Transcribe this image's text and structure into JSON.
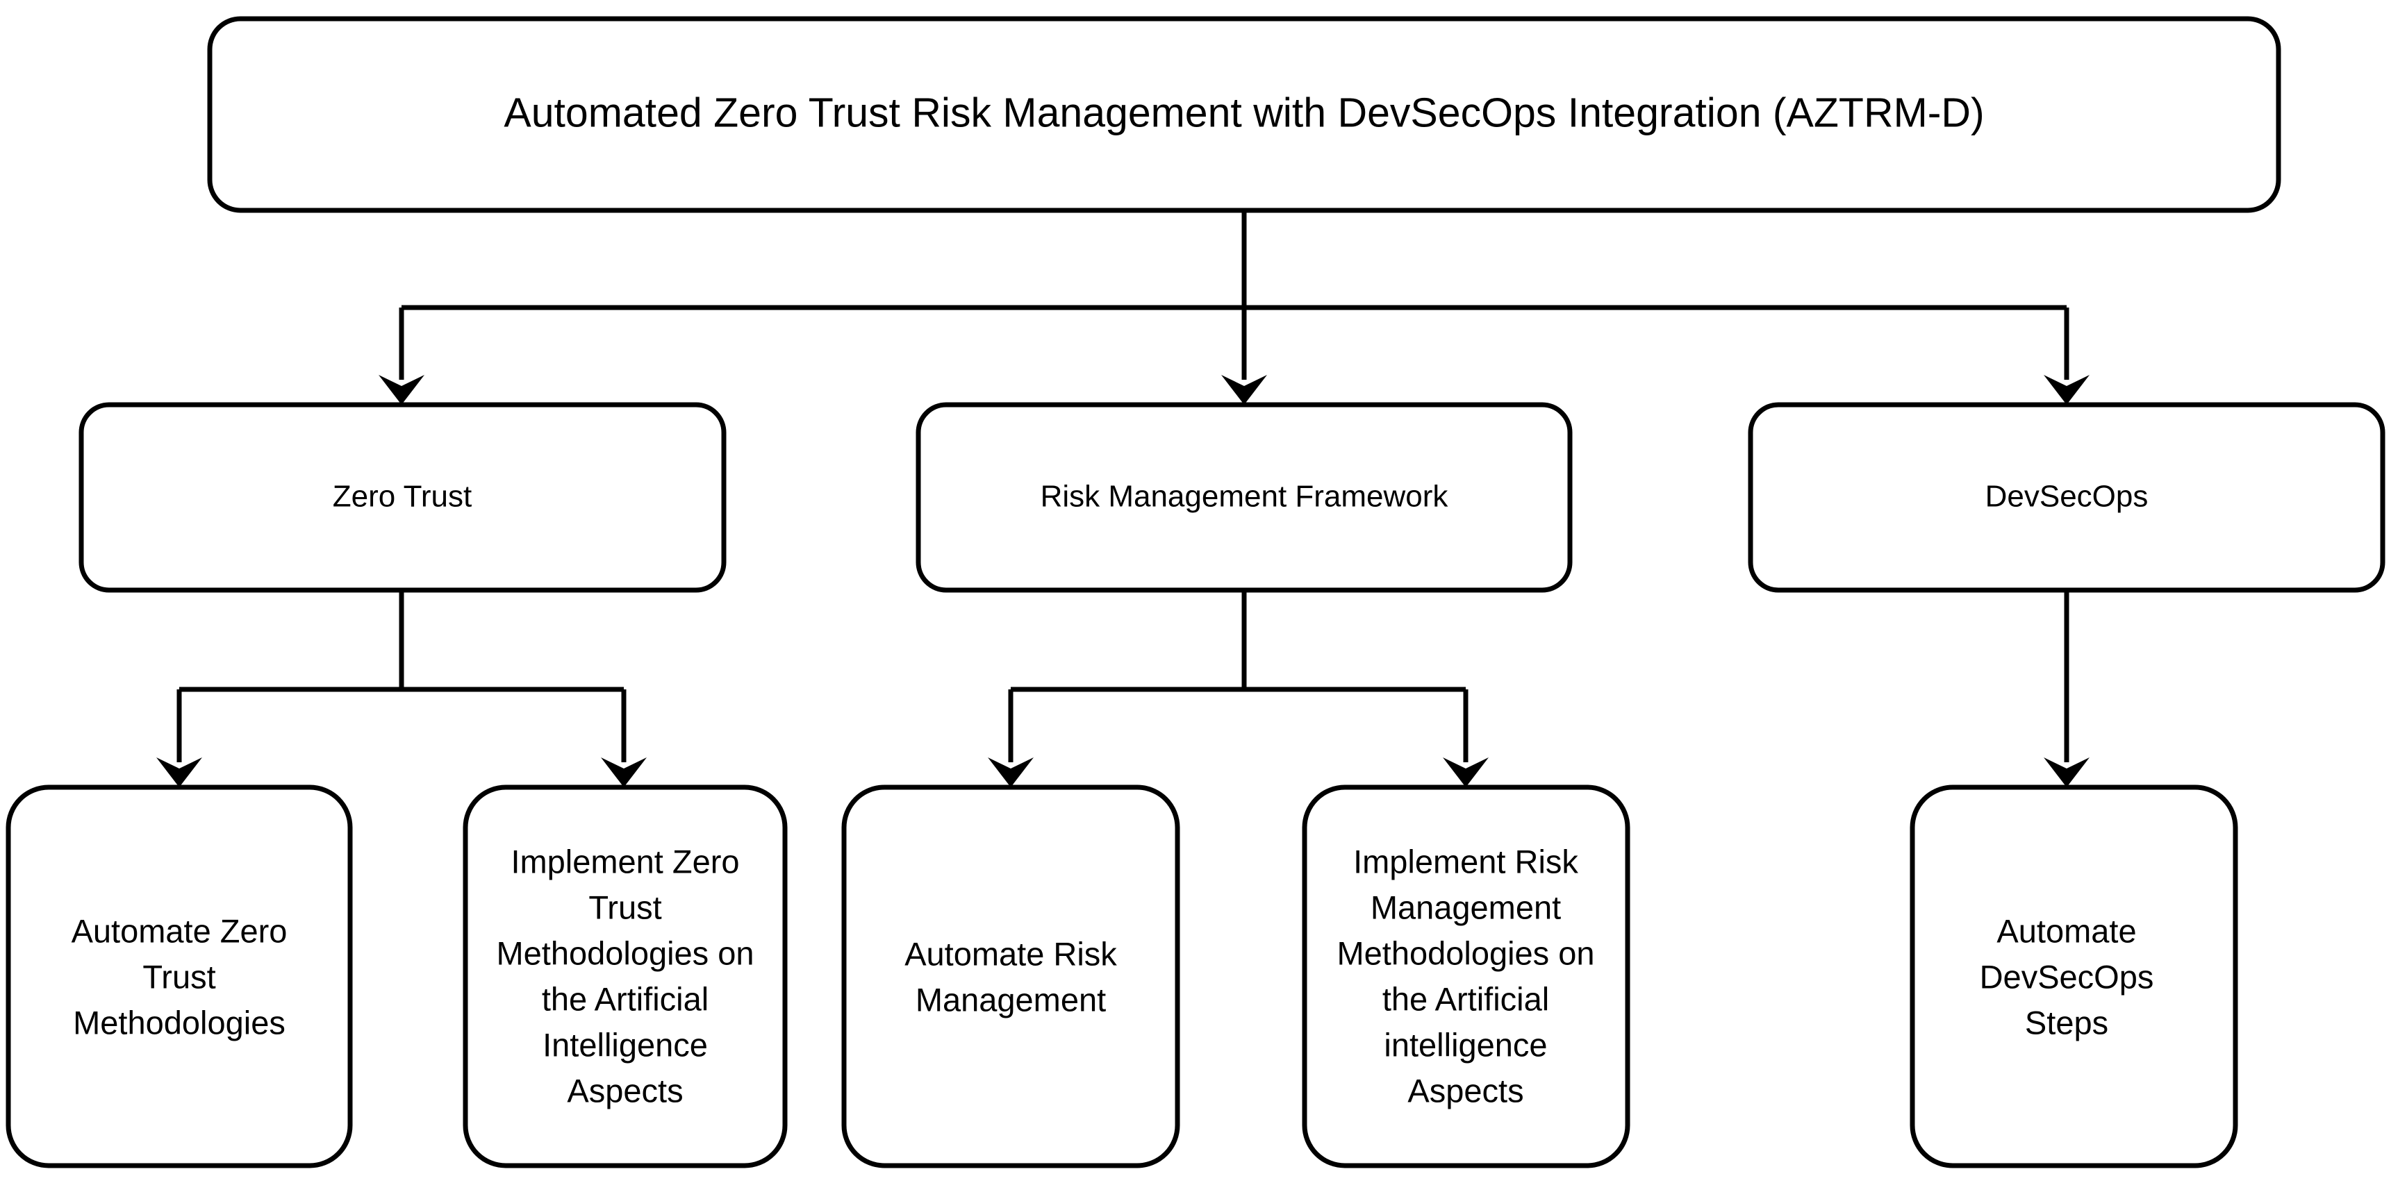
{
  "diagram": {
    "title": "Automated Zero Trust Risk Management with DevSecOps Integration (AZTRM-D)",
    "type": "hierarchy-tree",
    "orientation": "top-down",
    "background_color": "#ffffff",
    "stroke_color": "#000000",
    "text_color": "#000000",
    "node_shape": "rounded-rectangle",
    "root": {
      "id": "aztrm-d",
      "label": "Automated Zero Trust Risk Management with DevSecOps Integration (AZTRM-D)",
      "lines": [
        "Automated Zero Trust Risk Management with DevSecOps Integration (AZTRM-D)"
      ]
    },
    "branches": [
      {
        "id": "zero-trust",
        "label": "Zero Trust",
        "lines": [
          "Zero Trust"
        ],
        "children": [
          {
            "id": "automate-zero-trust-methodologies",
            "label": "Automate Zero Trust Methodologies",
            "lines": [
              "Automate Zero",
              "Trust",
              "Methodologies"
            ]
          },
          {
            "id": "implement-zero-trust-ai",
            "label": "Implement Zero Trust Methodologies on the Artificial Intelligence Aspects",
            "lines": [
              "Implement Zero",
              "Trust",
              "Methodologies on",
              "the Artificial",
              "Intelligence",
              "Aspects"
            ]
          }
        ]
      },
      {
        "id": "risk-management-framework",
        "label": "Risk Management Framework",
        "lines": [
          "Risk Management Framework"
        ],
        "children": [
          {
            "id": "automate-risk-management",
            "label": "Automate Risk Management",
            "lines": [
              "Automate Risk",
              "Management"
            ]
          },
          {
            "id": "implement-risk-management-ai",
            "label": "Implement Risk Management Methodologies on the Artificial intelligence Aspects",
            "lines": [
              "Implement Risk",
              "Management",
              "Methodologies on",
              "the Artificial",
              "intelligence",
              "Aspects"
            ]
          }
        ]
      },
      {
        "id": "devsecops",
        "label": "DevSecOps",
        "lines": [
          "DevSecOps"
        ],
        "children": [
          {
            "id": "automate-devsecops-steps",
            "label": "Automate DevSecOps Steps",
            "lines": [
              "Automate",
              "DevSecOps",
              "Steps"
            ]
          }
        ]
      }
    ]
  }
}
